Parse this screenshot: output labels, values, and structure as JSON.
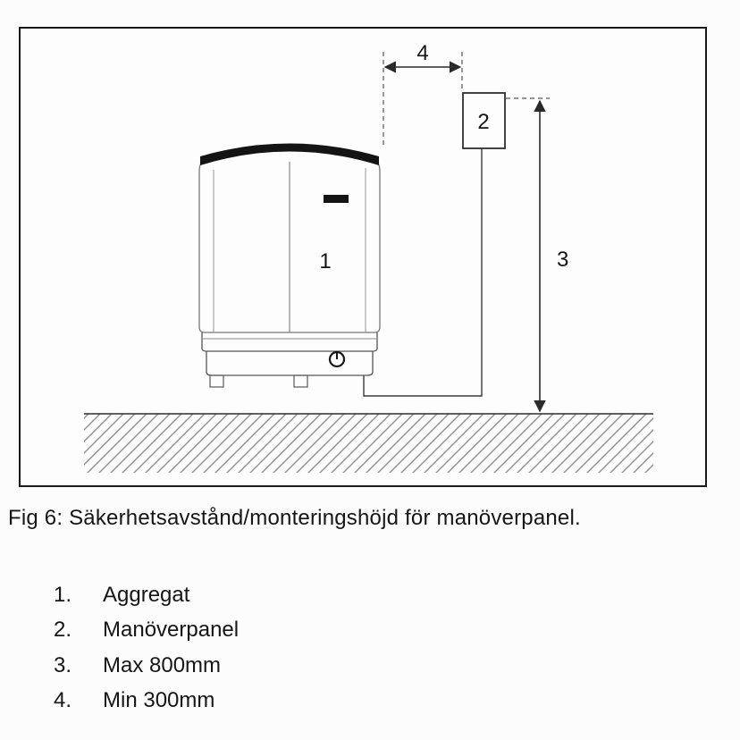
{
  "figure": {
    "caption": "Fig 6: Säkerhetsavstånd/monteringshöjd för manöverpanel.",
    "diagram": {
      "label_aggregat": "1",
      "label_panel": "2",
      "label_height": "3",
      "label_distance": "4"
    },
    "legend": [
      {
        "num": "1.",
        "label": "Aggregat"
      },
      {
        "num": "2.",
        "label": "Manöverpanel"
      },
      {
        "num": "3.",
        "label": "Max 800mm"
      },
      {
        "num": "4.",
        "label": "Min 300mm"
      }
    ],
    "colors": {
      "line": "#2a2a2a",
      "border": "#1a1a1a",
      "hatch": "#8f8f8f"
    }
  }
}
